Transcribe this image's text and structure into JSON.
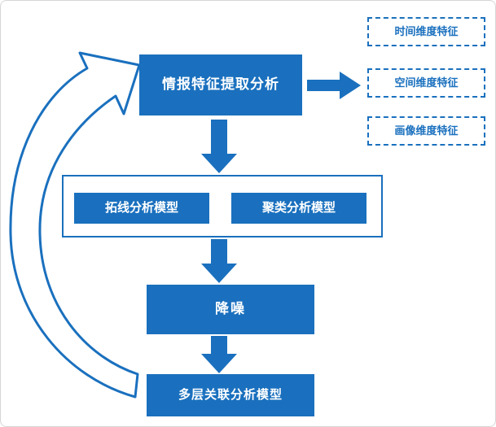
{
  "colors": {
    "primary_blue": "#1A70BE",
    "frame_border": "#D6D6D6",
    "background": "#FFFFFF"
  },
  "nodes": {
    "extraction": {
      "label": "情报特征提取分析"
    },
    "features": [
      {
        "label": "时间维度特征"
      },
      {
        "label": "空间维度特征"
      },
      {
        "label": "画像维度特征"
      }
    ],
    "models": [
      {
        "label": "拓线分析模型"
      },
      {
        "label": "聚类分析模型"
      }
    ],
    "denoise": {
      "label": "降噪"
    },
    "multilayer": {
      "label": "多层关联分析模型"
    }
  },
  "connectors": {
    "extraction_to_features": "block-arrow-right",
    "extraction_to_models": "block-arrow-down",
    "models_to_denoise": "block-arrow-down",
    "denoise_to_multilayer": "block-arrow-down",
    "feedback_loop": "curved-feedback-arrow"
  }
}
